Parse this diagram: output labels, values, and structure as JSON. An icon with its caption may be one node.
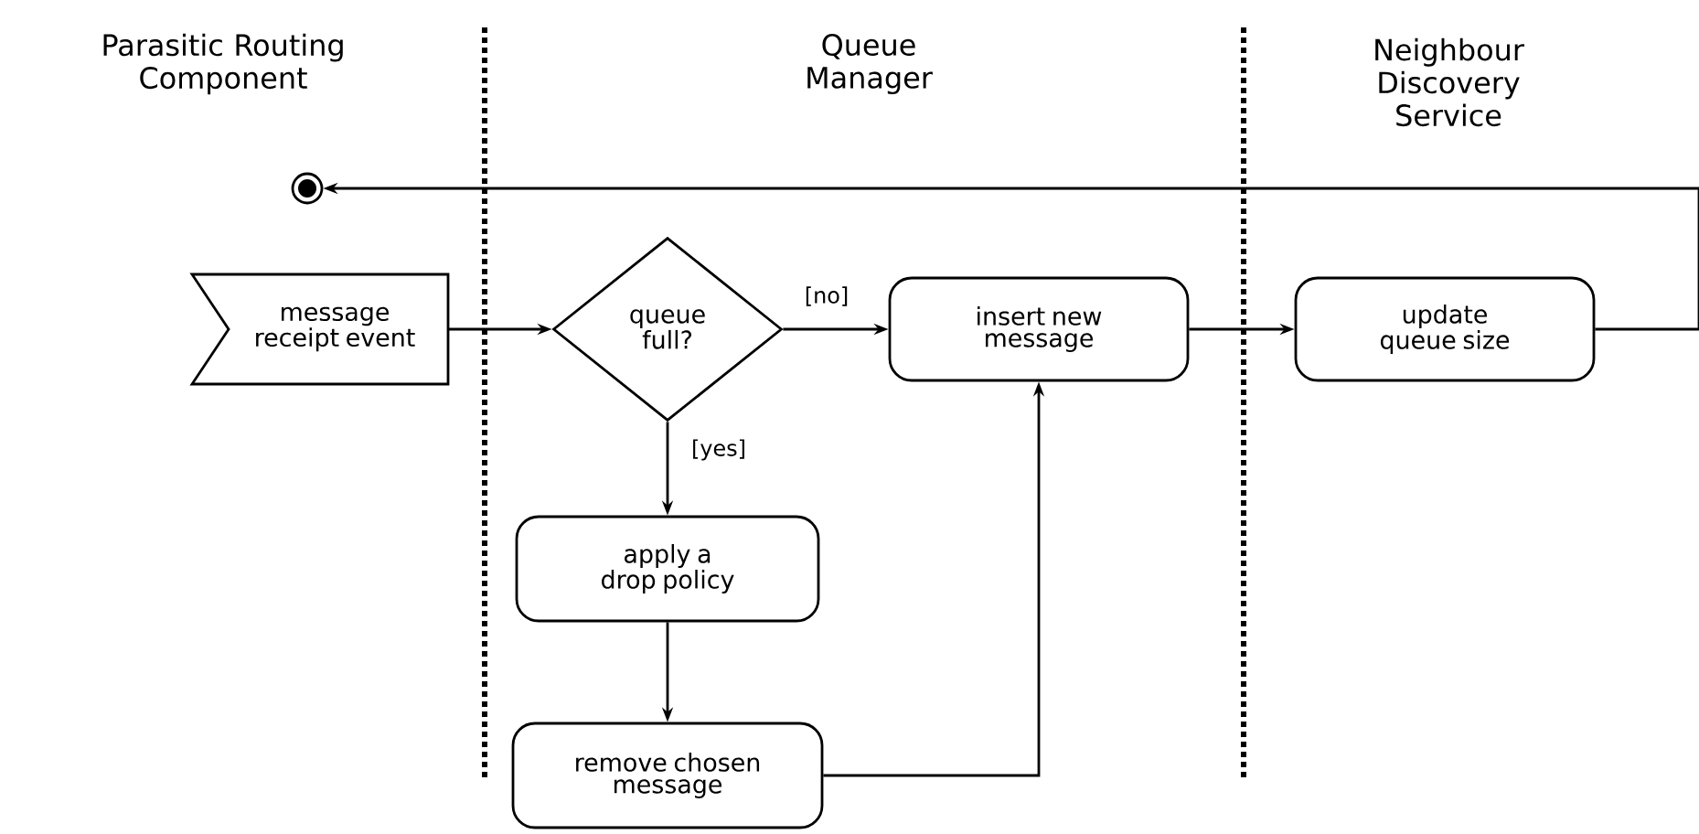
{
  "diagram": {
    "nodes": [
      {
        "text": [],
        "shape": "circle"
      },
      {
        "text": [
          "message receipt event"
        ]
      },
      {
        "text": [
          "queue full?"
        ]
      },
      {
        "text": [
          "insert new message"
        ]
      },
      {
        "text": [
          "update queue size"
        ]
      },
      {
        "text": [
          "apply a drop policy"
        ]
      },
      {
        "text": [
          "remove chosen message"
        ]
      }
    ],
    "edges": [
      {
        "from": 1,
        "to": 2,
        "arrow": "to"
      },
      {
        "from": 2,
        "to": 3,
        "arrow": "to",
        "label": "[no]"
      },
      {
        "from": 2,
        "to": 5,
        "arrow": "to",
        "label": "[yes]"
      },
      {
        "from": 5,
        "to": 6,
        "arrow": "to"
      },
      {
        "from": 6,
        "to": 3,
        "arrow": "to"
      },
      {
        "from": 3,
        "to": 4,
        "arrow": "to"
      },
      {
        "from": 4,
        "to": 0,
        "arrow": "to"
      }
    ],
    "labels": [
      "Parasitic Routing Component",
      "Queue Manager",
      "Neighbour Discovery Service"
    ]
  }
}
